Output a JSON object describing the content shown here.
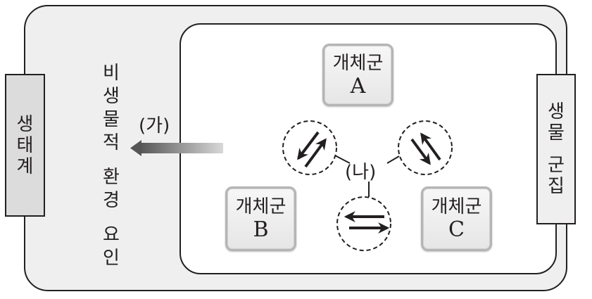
{
  "diagram": {
    "ecosystem_label": [
      "생",
      "태",
      "계"
    ],
    "community_label": [
      "생",
      "물",
      "",
      "군",
      "집"
    ],
    "abiotic_label": [
      "비",
      "생",
      "물",
      "적",
      "",
      "환",
      "경",
      "",
      "요",
      "인"
    ],
    "interaction_ga": "(가)",
    "interaction_na": "(나)",
    "populations": [
      {
        "kr": "개체군",
        "en": "A"
      },
      {
        "kr": "개체군",
        "en": "B"
      },
      {
        "kr": "개체군",
        "en": "C"
      }
    ],
    "interaction_icons": [
      {
        "name": "double-arrow-diagonal-icon",
        "between": "A-B"
      },
      {
        "name": "double-arrow-diagonal-icon",
        "between": "A-C"
      },
      {
        "name": "double-arrow-horizontal-icon",
        "between": "B-C"
      }
    ],
    "colors": {
      "outer_fill": "#efefef",
      "inner_fill": "#ffffff",
      "ecosystem_fill": "#dcdcdc",
      "stroke": "#231f20",
      "population_border": "#b5b5b5"
    }
  }
}
